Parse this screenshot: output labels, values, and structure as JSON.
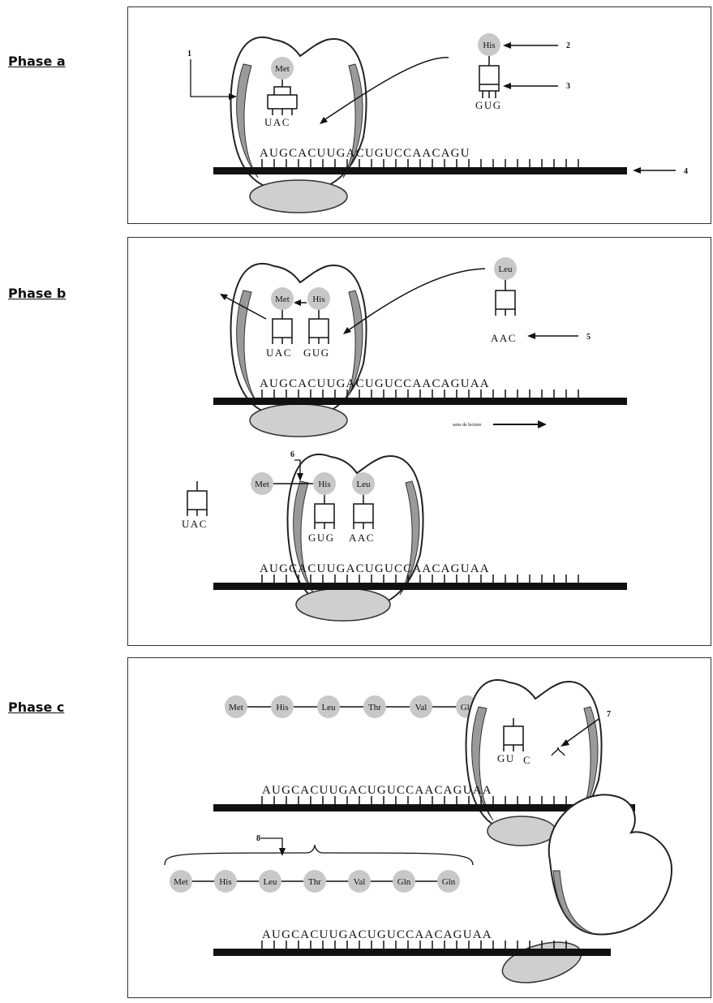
{
  "phases": [
    {
      "label": "Phase a"
    },
    {
      "label": "Phase b"
    },
    {
      "label": "Phase c"
    }
  ],
  "mrna_sequence": "AUGCACUUGACUGUCCAACAGUAA",
  "mrna_seq_a": "AUGCACUUGACUGUCCAACAGU",
  "panel_a": {
    "amino_acids": {
      "met": "Met",
      "his": "His"
    },
    "anticodons": {
      "met": "UAC",
      "his": "GUG"
    },
    "numbers": {
      "n1": "1",
      "n2": "2",
      "n3": "3",
      "n4": "4"
    }
  },
  "panel_b": {
    "amino_acids": {
      "met": "Met",
      "his": "His",
      "leu": "Leu"
    },
    "anticodons": {
      "met": "UAC",
      "his": "GUG",
      "leu": "AAC"
    },
    "numbers": {
      "n5": "5",
      "n6": "6"
    },
    "reading_direction": "sens de lecture"
  },
  "panel_c": {
    "chain": [
      "Met",
      "His",
      "Leu",
      "Thr",
      "Val",
      "Gln",
      "Gln"
    ],
    "anticodon_partial": {
      "first": "GU",
      "second": "C"
    },
    "numbers": {
      "n7": "7",
      "n8": "8"
    }
  },
  "colors": {
    "aa_fill": "#c8c8c8",
    "ink": "#111111",
    "ribosome_shade": "#9a9a9a"
  }
}
